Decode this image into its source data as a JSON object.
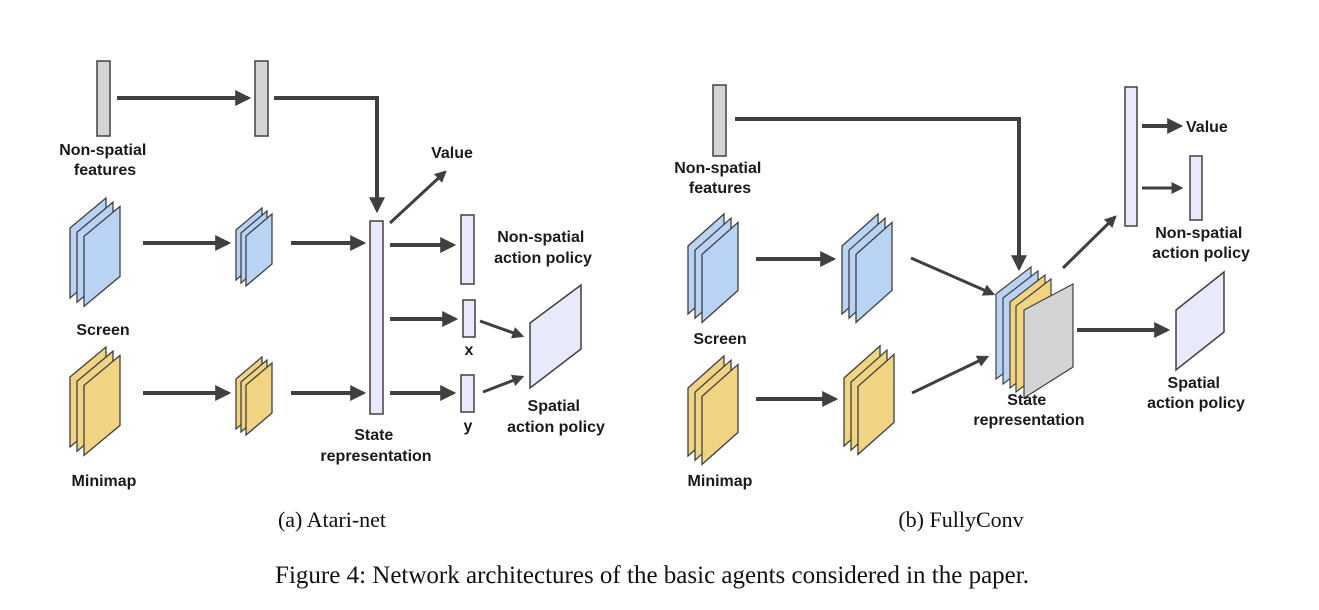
{
  "colors": {
    "screen_fill": "#b9d3f5",
    "minimap_fill": "#f0d484",
    "nonspatial_fill": "#d4d4d4",
    "state_fill": "#e8e9fb",
    "stroke": "#404040",
    "arrow": "#404040"
  },
  "panel_a": {
    "caption": "(a) Atari-net",
    "labels": {
      "nonspatial_features": [
        "Non-spatial",
        "features"
      ],
      "screen": "Screen",
      "minimap": "Minimap",
      "value": "Value",
      "nonspatial_policy": [
        "Non-spatial",
        "action policy"
      ],
      "x": "x",
      "y": "y",
      "spatial_policy": [
        "Spatial",
        "action policy"
      ],
      "state": [
        "State",
        "representation"
      ]
    }
  },
  "panel_b": {
    "caption": "(b) FullyConv",
    "labels": {
      "nonspatial_features": [
        "Non-spatial",
        "features"
      ],
      "screen": "Screen",
      "minimap": "Minimap",
      "value": "Value",
      "nonspatial_policy": [
        "Non-spatial",
        "action policy"
      ],
      "spatial_policy": [
        "Spatial",
        "action policy"
      ],
      "state": [
        "State",
        "representation"
      ]
    }
  },
  "figure_caption": "Figure 4: Network architectures of the basic agents considered in the paper."
}
